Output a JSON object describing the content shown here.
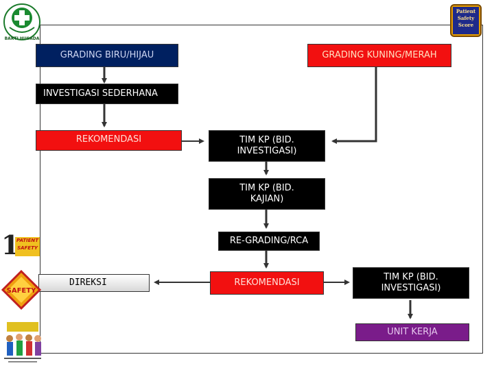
{
  "flow": {
    "grading_biru_hijau": "GRADING BIRU/HIJAU",
    "grading_kuning_merah": "GRADING KUNING/MERAH",
    "investigasi_sederhana": "INVESTIGASI SEDERHANA",
    "rekomendasi_left": "REKOMENDASI",
    "tim_kp_investigasi_1": "TIM KP          (BID.\nINVESTIGASI)",
    "tim_kp_kajian": "TIM KP          (BID.\nKAJIAN)",
    "re_grading_rca": "RE-GRADING/RCA",
    "direksi": "DIREKSI",
    "rekomendasi_center": "REKOMENDASI",
    "tim_kp_investigasi_2": "TIM KP          (BID.\nINVESTIGASI)",
    "unit_kerja": "UNIT KERJA"
  },
  "badges": {
    "patient_safety_top": "Patient\nSafety\nScore",
    "patient_safety_side": "PATIENT\nSAFETY",
    "safety_side": "SAFETY",
    "bakti_husada": "BAKTI HUSADA"
  },
  "colors": {
    "blue": "#002060",
    "red": "#f21010",
    "black": "#000000",
    "purple": "#7a1c8a",
    "orange": "#e8a000"
  }
}
